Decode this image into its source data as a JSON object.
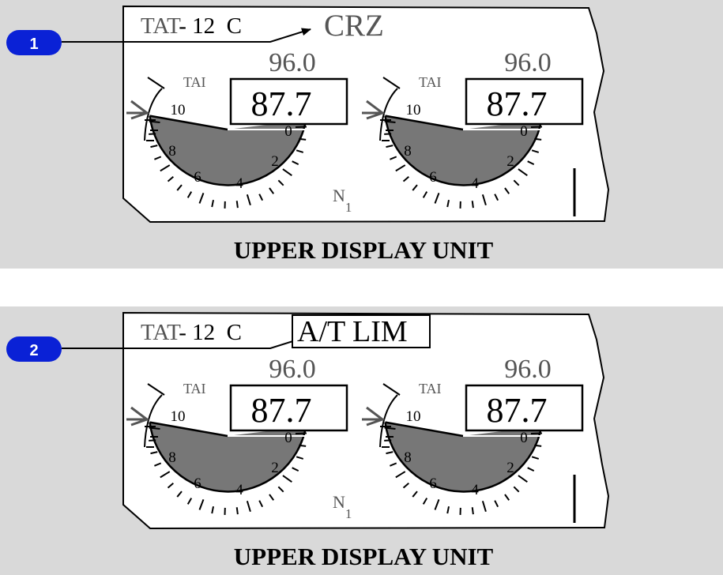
{
  "colors": {
    "panel_bg": "#d9d9d9",
    "callout_blue": "#0a21d6",
    "arc_fill": "#777777",
    "label_gray": "#555555"
  },
  "panels": [
    {
      "callout": "1",
      "tat_label": "TAT",
      "tat_value": "- 12  C",
      "mode": "CRZ",
      "mode_boxed": false,
      "caption": "UPPER DISPLAY UNIT",
      "n1_label": "N",
      "n1_sub": "1",
      "engines": [
        {
          "target": "96.0",
          "value": "87.7",
          "tai": "TAI"
        },
        {
          "target": "96.0",
          "value": "87.7",
          "tai": "TAI"
        }
      ]
    },
    {
      "callout": "2",
      "tat_label": "TAT",
      "tat_value": "- 12  C",
      "mode": "A/T LIM",
      "mode_boxed": true,
      "caption": "UPPER DISPLAY UNIT",
      "n1_label": "N",
      "n1_sub": "1",
      "engines": [
        {
          "target": "96.0",
          "value": "87.7",
          "tai": "TAI"
        },
        {
          "target": "96.0",
          "value": "87.7",
          "tai": "TAI"
        }
      ]
    }
  ],
  "scale_labels": [
    "10",
    "8",
    "6",
    "4",
    "2",
    "0"
  ]
}
